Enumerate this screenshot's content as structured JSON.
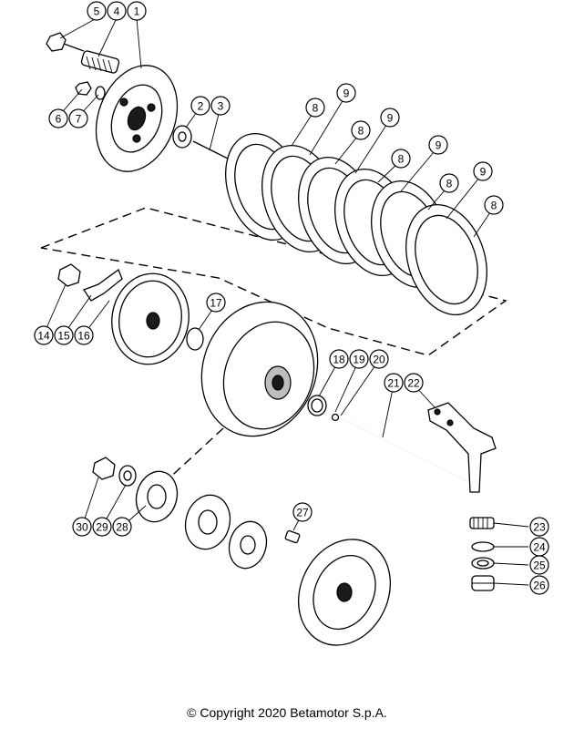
{
  "callouts": [
    {
      "label": "5"
    },
    {
      "label": "4"
    },
    {
      "label": "1"
    },
    {
      "label": "6"
    },
    {
      "label": "7"
    },
    {
      "label": "2"
    },
    {
      "label": "3"
    },
    {
      "label": "8"
    },
    {
      "label": "9"
    },
    {
      "label": "8"
    },
    {
      "label": "9"
    },
    {
      "label": "8"
    },
    {
      "label": "9"
    },
    {
      "label": "8"
    },
    {
      "label": "9"
    },
    {
      "label": "8"
    },
    {
      "label": "17"
    },
    {
      "label": "14"
    },
    {
      "label": "15"
    },
    {
      "label": "16"
    },
    {
      "label": "18"
    },
    {
      "label": "19"
    },
    {
      "label": "20"
    },
    {
      "label": "21"
    },
    {
      "label": "22"
    },
    {
      "label": "27"
    },
    {
      "label": "30"
    },
    {
      "label": "29"
    },
    {
      "label": "28"
    },
    {
      "label": "23"
    },
    {
      "label": "24"
    },
    {
      "label": "25"
    },
    {
      "label": "26"
    }
  ],
  "copyright": "© Copyright 2020 Betamotor S.p.A."
}
